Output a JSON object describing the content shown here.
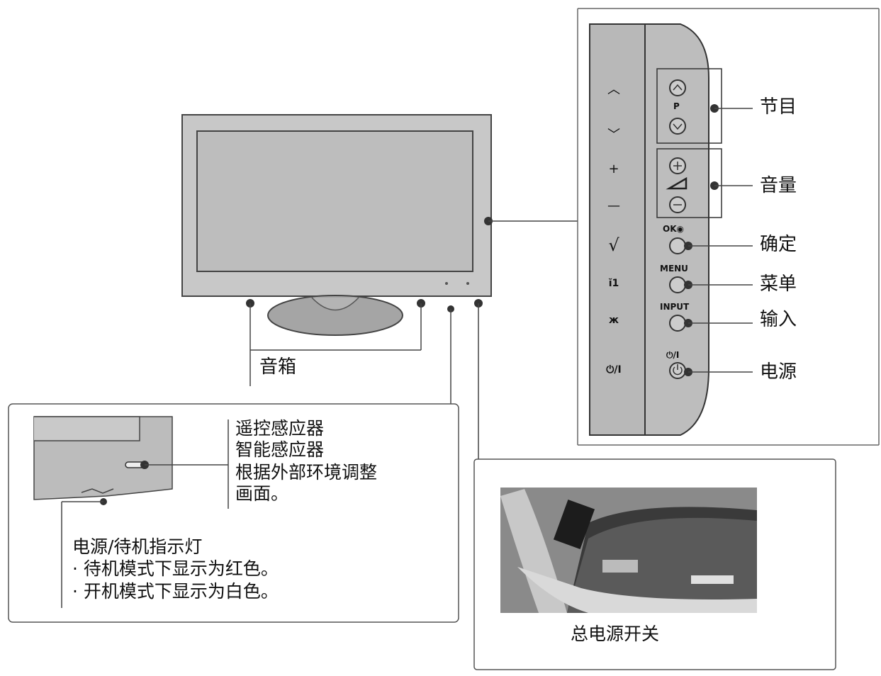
{
  "labels": {
    "speaker": "音箱",
    "program": "节目",
    "volume": "音量",
    "ok": "确定",
    "menu": "菜单",
    "input": "输入",
    "power": "电源",
    "sensor_line1": "遥控感应器",
    "sensor_line2": "智能感应器",
    "sensor_line3": "根据外部环境调整",
    "sensor_line4": "画面。",
    "indicator_title": "电源/待机指示灯",
    "indicator_standby": "· 待机模式下显示为红色。",
    "indicator_on": "· 开机模式下显示为白色。",
    "main_power_switch": "总电源开关"
  },
  "panel": {
    "p_label": "P",
    "ok_label": "OK◉",
    "menu_label": "MENU",
    "input_label": "INPUT",
    "power_label": "⏻/I",
    "side_up": "︿",
    "side_down": "﹀",
    "side_plus": "+",
    "side_minus": "—",
    "side_check": "√",
    "side_menu": "ĭ1",
    "side_input": "ж",
    "side_power": "⏻/I"
  }
}
